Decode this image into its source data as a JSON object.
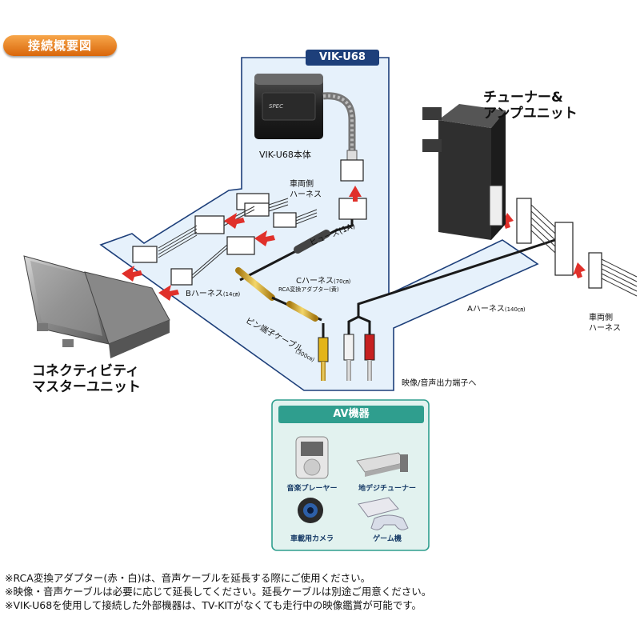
{
  "header": {
    "badge": "接続概要図"
  },
  "unit": {
    "model_tag": "VIK-U68",
    "body_label": "VIK-U68本体",
    "logo_text": "SPEC"
  },
  "tuner": {
    "line1": "チューナー&",
    "line2": "アンプユニット"
  },
  "master": {
    "line1": "コネクティビティ",
    "line2": "マスターユニット"
  },
  "labels": {
    "vehicle_harness_top_1": "車両側",
    "vehicle_harness_top_2": "ハーネス",
    "fuse": "ヒューズ(1A)",
    "c_harness": "Cハーネス",
    "c_harness_len": "(70㎝)",
    "rca_adapter": "RCA変換アダプター(黄)",
    "b_harness": "Bハーネス",
    "b_harness_len": "(14㎝)",
    "pin_cable": "ピン端子ケーブル",
    "pin_cable_len": "(300㎝)",
    "a_harness": "Aハーネス",
    "a_harness_len": "(140㎝)",
    "vehicle_harness_right_1": "車両側",
    "vehicle_harness_right_2": "ハーネス",
    "av_output": "映像/音声出力端子へ"
  },
  "av": {
    "title": "AV機器",
    "items": [
      {
        "label": "音楽プレーヤー",
        "icon": "music-player-icon"
      },
      {
        "label": "地デジチューナー",
        "icon": "tv-tuner-icon"
      },
      {
        "label": "車載用カメラ",
        "icon": "car-camera-icon"
      },
      {
        "label": "ゲーム機",
        "icon": "game-console-icon"
      }
    ]
  },
  "notes": [
    "※RCA変換アダプター(赤・白)は、音声ケーブルを延長する際にご使用ください。",
    "※映像・音声ケーブルは必要に応じて延長してください。延長ケーブルは別途ご用意ください。",
    "※VIK-U68を使用して接続した外部機器は、TV-KITがなくても走行中の映像鑑賞が可能です。"
  ],
  "colors": {
    "panel_fill": "#e6f1fb",
    "panel_stroke": "#1d3f7a",
    "arrow": "#e0302a",
    "av_panel": "#e2f2ef",
    "av_border": "#2f9e8e",
    "badge": "#e8821e"
  }
}
